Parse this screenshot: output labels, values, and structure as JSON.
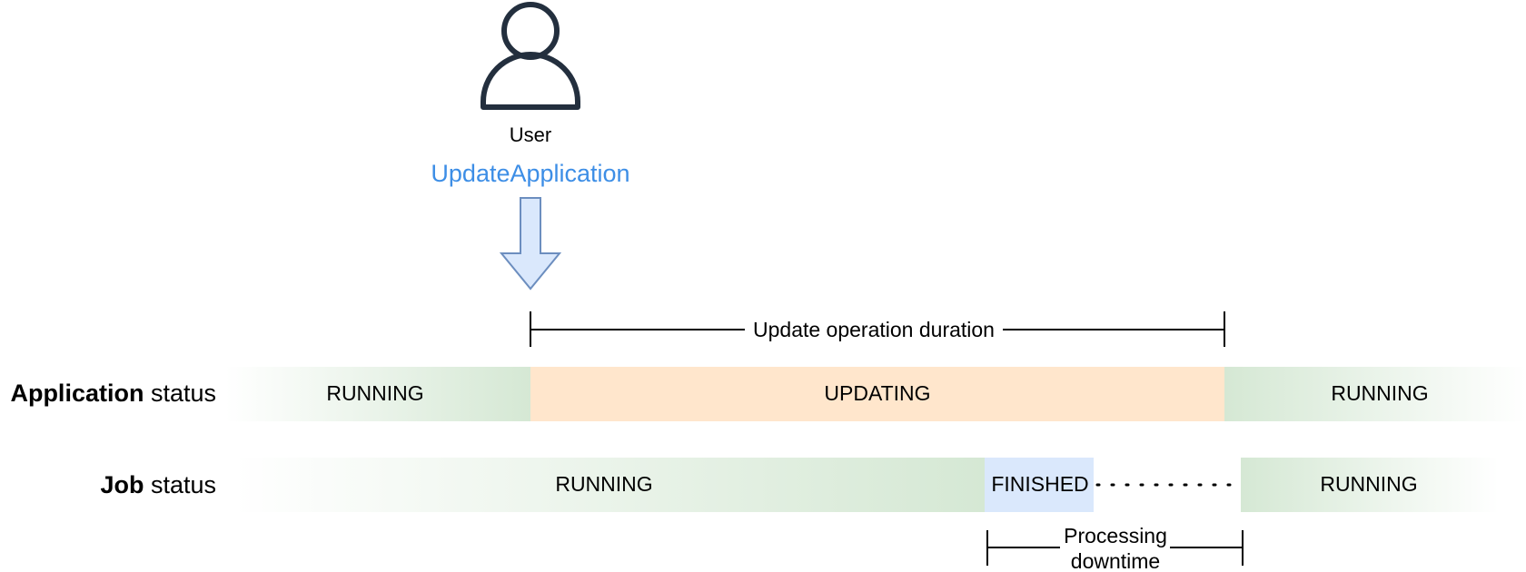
{
  "user": {
    "label": "User",
    "action": "UpdateApplication",
    "icon": "user-icon"
  },
  "duration": {
    "label": "Update operation duration"
  },
  "application_row": {
    "label_bold": "Application",
    "label_rest": " status",
    "segments": [
      {
        "label": "RUNNING",
        "state": "running"
      },
      {
        "label": "UPDATING",
        "state": "updating"
      },
      {
        "label": "RUNNING",
        "state": "running"
      }
    ]
  },
  "job_row": {
    "label_bold": "Job",
    "label_rest": " status",
    "segments": [
      {
        "label": "RUNNING",
        "state": "running"
      },
      {
        "label": "FINISHED",
        "state": "finished"
      },
      {
        "label": "RUNNING",
        "state": "running"
      }
    ]
  },
  "downtime": {
    "label_line1": "Processing",
    "label_line2": "downtime"
  },
  "colors": {
    "running": "#d5e8d4",
    "updating": "#ffe6cc",
    "finished": "#dae8fc",
    "action_text": "#3d8ee6",
    "arrow_fill": "#dae8fc",
    "arrow_stroke": "#6c8ebf",
    "icon_stroke": "#232f3e",
    "line": "#000000"
  }
}
